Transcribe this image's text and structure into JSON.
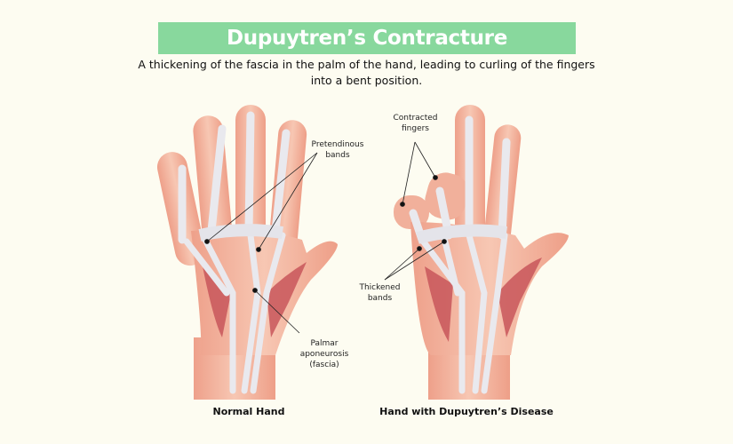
{
  "title": "Dupuytren’s Contracture",
  "subtitle": "A thickening of the fascia in the palm of the hand, leading to curling of the fingers into a bent position.",
  "labels": {
    "pretendinous": "Pretendinous bands",
    "palmar": "Palmar aponeurosis (fascia)",
    "contracted": "Contracted fingers",
    "thickened": "Thickened bands"
  },
  "captions": {
    "normal": "Normal Hand",
    "disease": "Hand with Dupuytren’s Disease"
  },
  "colors": {
    "banner": "#88d89d",
    "skin": "#f4b8a2",
    "muscle": "#c8565a",
    "fascia": "#e9e9ee"
  }
}
